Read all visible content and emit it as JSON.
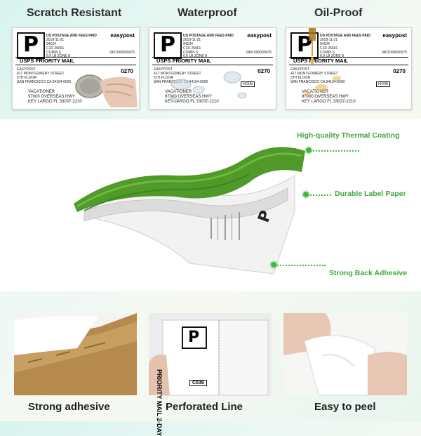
{
  "features_top": [
    {
      "title": "Scratch Resistant"
    },
    {
      "title": "Waterproof"
    },
    {
      "title": "Oil-Proof"
    }
  ],
  "label": {
    "big_letter": "P",
    "postage_line1": "US POSTAGE AND FEES PAID",
    "postage_line2": "2018-11-21",
    "postage_line3": "94104",
    "postage_line4": "C1D 26661",
    "postage_line5": "COMPLS",
    "postage_line6": "6.0 LB ZONE 8",
    "brand": "easypost",
    "barcode_num": "0901000000075",
    "service": "USPS PRIORITY MAIL",
    "code": "0270",
    "from1": "EASYPOST",
    "from2": "417 MONTGOMERY STREET",
    "from3": "5TH FLOOR",
    "from4": "SAN FRANCISCO CA 94104-0000",
    "box": "R006",
    "to1": "VACATIONER",
    "to2": "97000 OVERSEAS HWY",
    "to3": "KEY LARGO FL 33037-2210"
  },
  "callouts": {
    "coating": "High-quality Thermal Coating",
    "paper": "Durable Label Paper",
    "adhesive": "Strong Back Adhesive"
  },
  "features_bottom": [
    {
      "title": "Strong adhesive"
    },
    {
      "title": "Perforated Line"
    },
    {
      "title": "Easy to peel"
    }
  ],
  "mid_label": {
    "letter": "P",
    "service": "PRIORITY MAIL 2-DAY",
    "box": "C036"
  },
  "colors": {
    "accent_green": "#3dbb3d",
    "callout_text": "#3ea83e",
    "grass": "#4f9a2a"
  }
}
